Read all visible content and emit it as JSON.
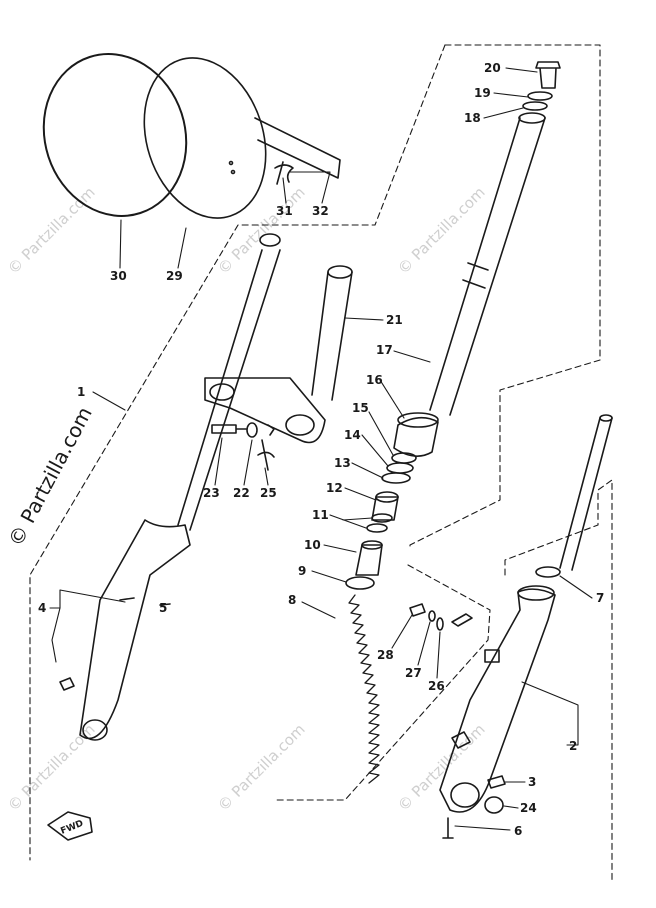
{
  "diagram": {
    "callouts": [
      {
        "id": "1",
        "text": "1"
      },
      {
        "id": "2",
        "text": "2"
      },
      {
        "id": "3",
        "text": "3"
      },
      {
        "id": "4",
        "text": "4"
      },
      {
        "id": "5",
        "text": "5"
      },
      {
        "id": "6",
        "text": "6"
      },
      {
        "id": "7",
        "text": "7"
      },
      {
        "id": "8",
        "text": "8"
      },
      {
        "id": "9",
        "text": "9"
      },
      {
        "id": "10",
        "text": "10"
      },
      {
        "id": "11",
        "text": "11"
      },
      {
        "id": "12",
        "text": "12"
      },
      {
        "id": "13",
        "text": "13"
      },
      {
        "id": "14",
        "text": "14"
      },
      {
        "id": "15",
        "text": "15"
      },
      {
        "id": "16",
        "text": "16"
      },
      {
        "id": "17",
        "text": "17"
      },
      {
        "id": "18",
        "text": "18"
      },
      {
        "id": "19",
        "text": "19"
      },
      {
        "id": "20",
        "text": "20"
      },
      {
        "id": "21",
        "text": "21"
      },
      {
        "id": "22",
        "text": "22"
      },
      {
        "id": "23",
        "text": "23"
      },
      {
        "id": "24",
        "text": "24"
      },
      {
        "id": "25",
        "text": "25"
      },
      {
        "id": "26",
        "text": "26"
      },
      {
        "id": "27",
        "text": "27"
      },
      {
        "id": "28",
        "text": "28"
      },
      {
        "id": "29",
        "text": "29"
      },
      {
        "id": "30",
        "text": "30"
      },
      {
        "id": "31",
        "text": "31"
      },
      {
        "id": "32",
        "text": "32"
      }
    ],
    "fwd_label": "FWD",
    "watermarks": {
      "side": "© Partzilla.com",
      "tile": "© Partzilla.com"
    },
    "colors": {
      "ink": "#1a1a1a",
      "watermark": "#cfcfcf",
      "background": "#ffffff"
    }
  }
}
